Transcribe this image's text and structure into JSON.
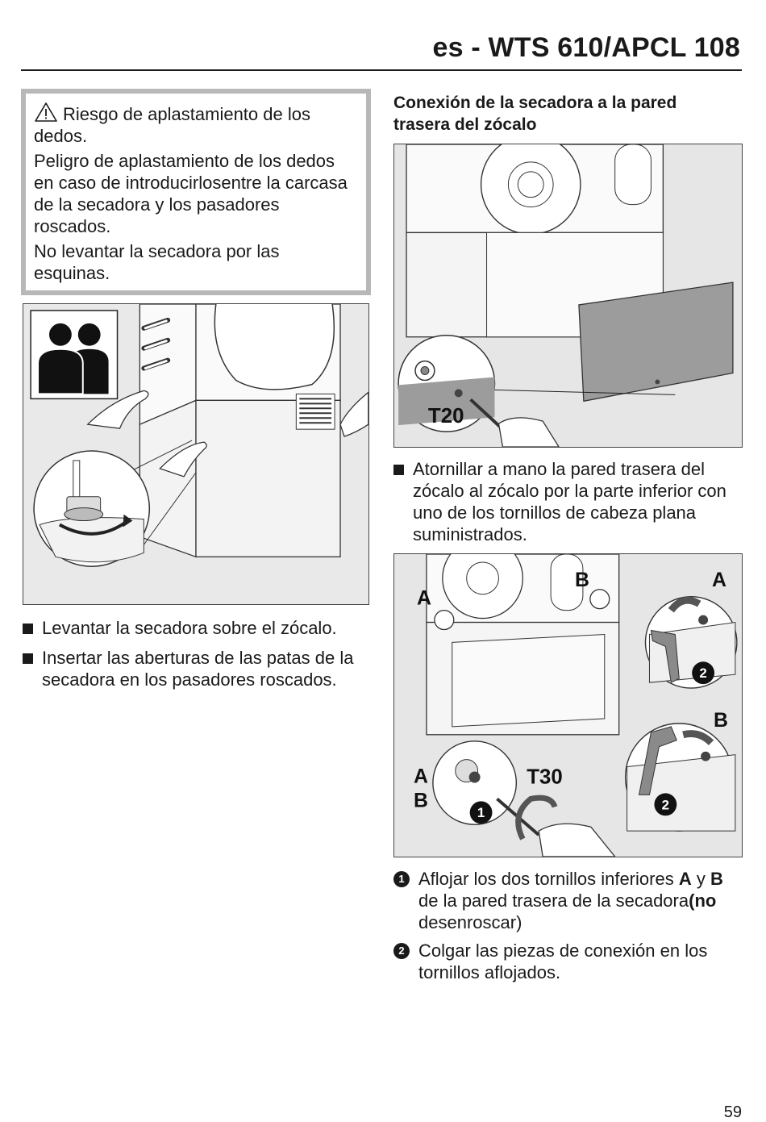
{
  "header": {
    "title": "es - WTS 610/APCL 108"
  },
  "warning": {
    "title": "Riesgo de aplastamiento de los dedos.",
    "body": "Peligro de aplastamiento de los dedos en caso de introducirlosentre la carcasa de la secadora y los pasadores roscados.",
    "note": "No levantar la secadora por las esquinas."
  },
  "left_steps": [
    "Levantar la secadora sobre el zócalo.",
    "Insertar las aberturas de las patas de la secadora en los pasadores roscados."
  ],
  "section": {
    "heading": "Conexión de la secadora a la pared trasera del zócalo",
    "figure1_label": "T20",
    "step": "Atornillar a mano la pared trasera del zócalo al zócalo por la parte inferior con uno de los tornillos de cabeza plana suministrados.",
    "figure2_labels": {
      "a": "A",
      "b": "B",
      "tool": "T30",
      "one": "1",
      "two": "2"
    }
  },
  "numbered_steps": [
    {
      "num": "1",
      "pre": "Aflojar los dos tornillos inferiores ",
      "a": "A",
      "mid": " y ",
      "b": "B",
      "post": " de la pared trasera de la secadora",
      "open": "(",
      "no": "no",
      "tail": " desenroscar)"
    },
    {
      "num": "2",
      "text": "Colgar las piezas de conexión en los tornillos aflojados."
    }
  ],
  "page_number": "59"
}
